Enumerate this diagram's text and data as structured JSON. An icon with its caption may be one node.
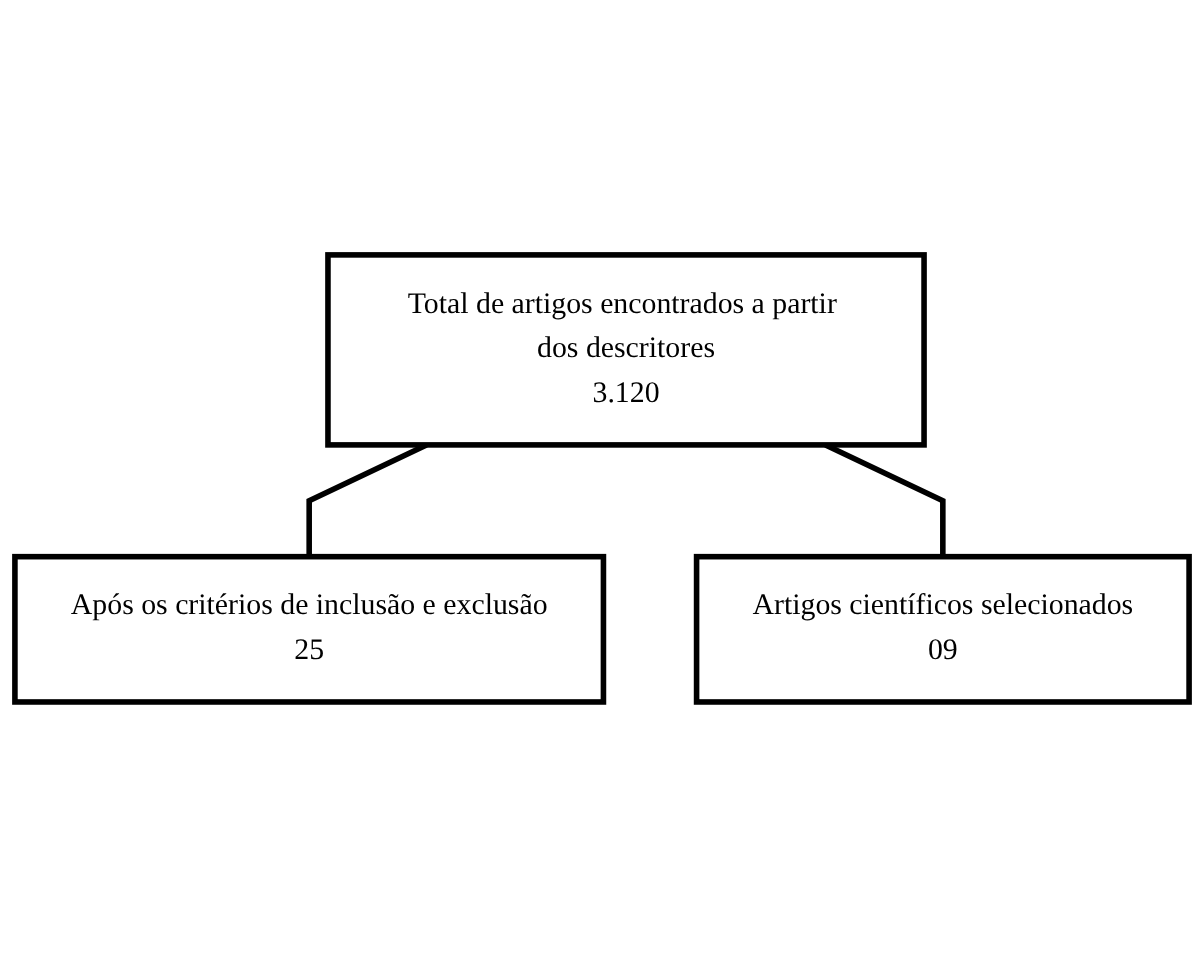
{
  "diagram": {
    "nodes": [
      {
        "text": [
          "Total de artigos encontrados a partir dos descritores",
          "3.120"
        ]
      },
      {
        "text": [
          "Após os critérios de inclusão e exclusão",
          "25"
        ]
      },
      {
        "text": [
          "Artigos científicos selecionados",
          "09"
        ]
      }
    ],
    "edges": [
      {
        "from": 0,
        "to": 1,
        "arrow": "none"
      },
      {
        "from": 0,
        "to": 2,
        "arrow": "none"
      }
    ]
  }
}
